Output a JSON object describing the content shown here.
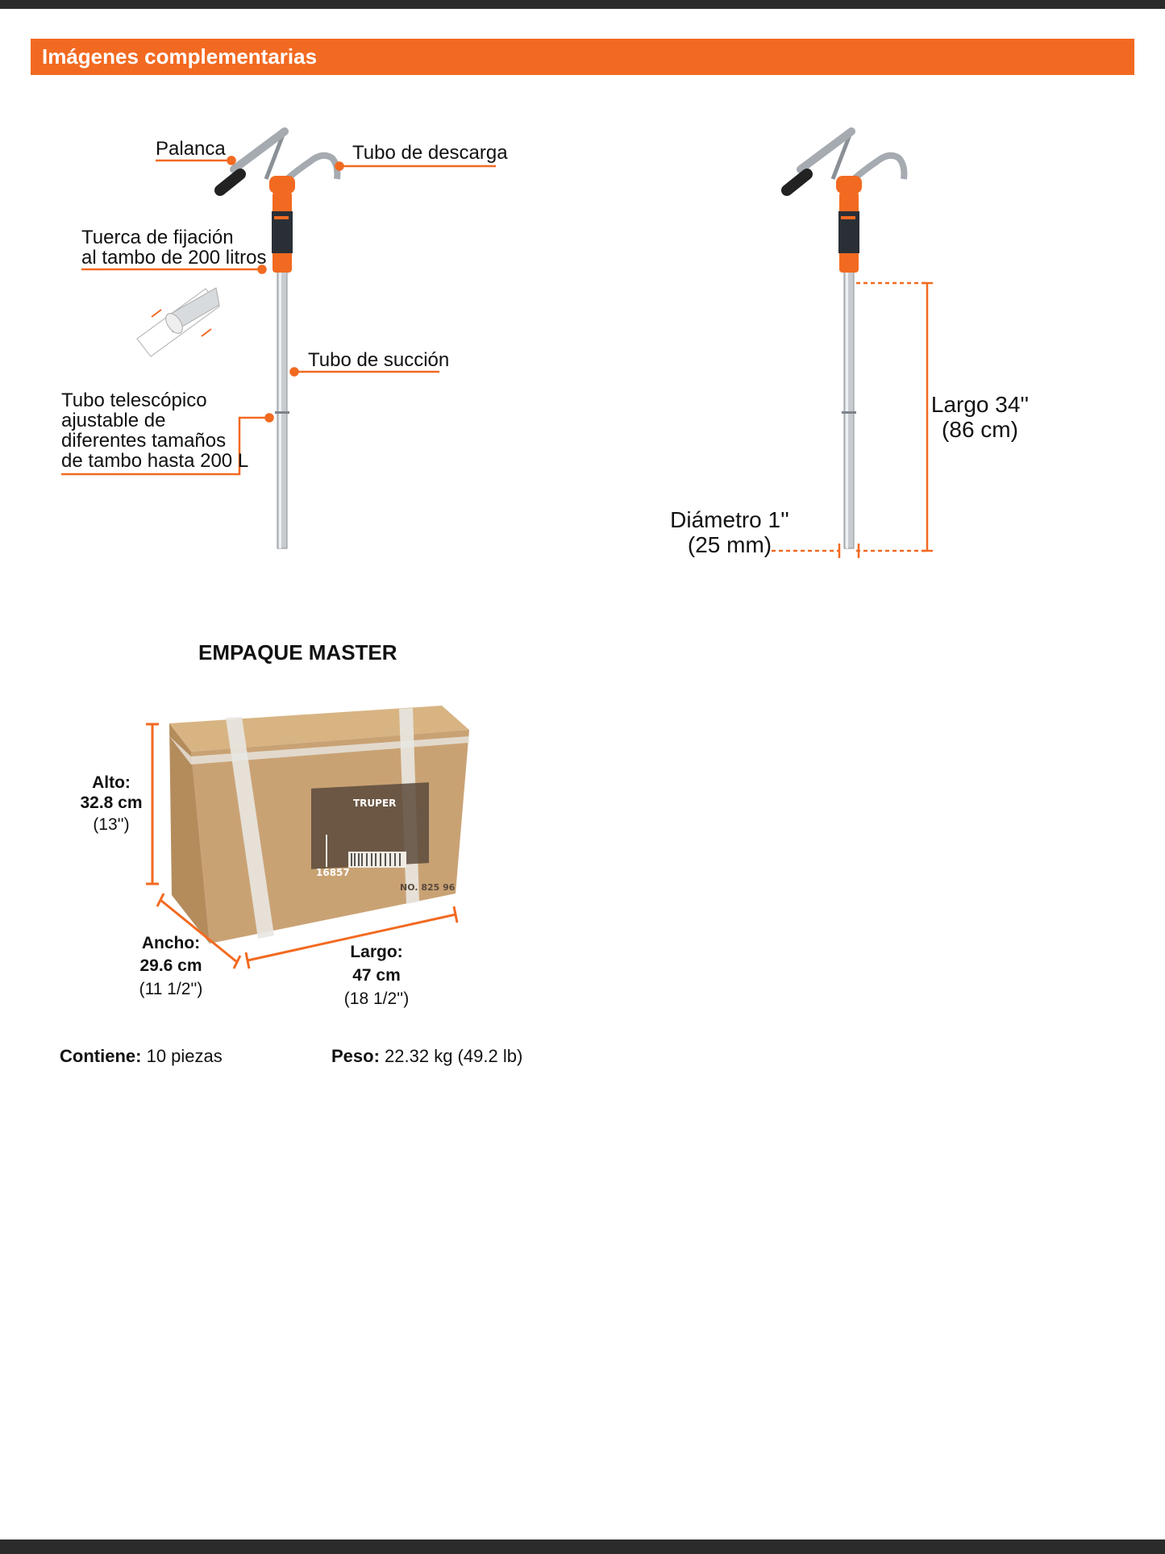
{
  "header": {
    "title": "Imágenes complementarias"
  },
  "pump_labels": {
    "palanca": "Palanca",
    "tubo_descarga": "Tubo de descarga",
    "tuerca_line1": "Tuerca de fijación",
    "tuerca_line2": "al tambo de 200 litros",
    "tubo_succion": "Tubo de succión",
    "telescopico_line1": "Tubo telescópico",
    "telescopico_line2": "ajustable de",
    "telescopico_line3": "diferentes tamaños",
    "telescopico_line4": "de tambo hasta 200 L"
  },
  "dimensions": {
    "largo_label": "Largo 34''",
    "largo_metric": "(86 cm)",
    "diametro_label": "Diámetro 1''",
    "diametro_metric": "(25 mm)"
  },
  "master_pack": {
    "title": "EMPAQUE MASTER",
    "alto_label": "Alto:",
    "alto_metric": "32.8 cm",
    "alto_imperial": "(13'')",
    "ancho_label": "Ancho:",
    "ancho_metric": "29.6 cm",
    "ancho_imperial": "(11 1/2'')",
    "largo_label": "Largo:",
    "largo_metric": "47 cm",
    "largo_imperial": "(18 1/2'')",
    "contiene_label": "Contiene:",
    "contiene_value": "10 piezas",
    "peso_label": "Peso:",
    "peso_value": "22.32 kg (49.2 lb)",
    "box_brand": "TRUPER",
    "box_code": "16857",
    "box_no": "NO. 825 96"
  },
  "colors": {
    "accent": "#f26a21",
    "bar": "#2b2b2b",
    "cardboard": "#c9a274"
  }
}
